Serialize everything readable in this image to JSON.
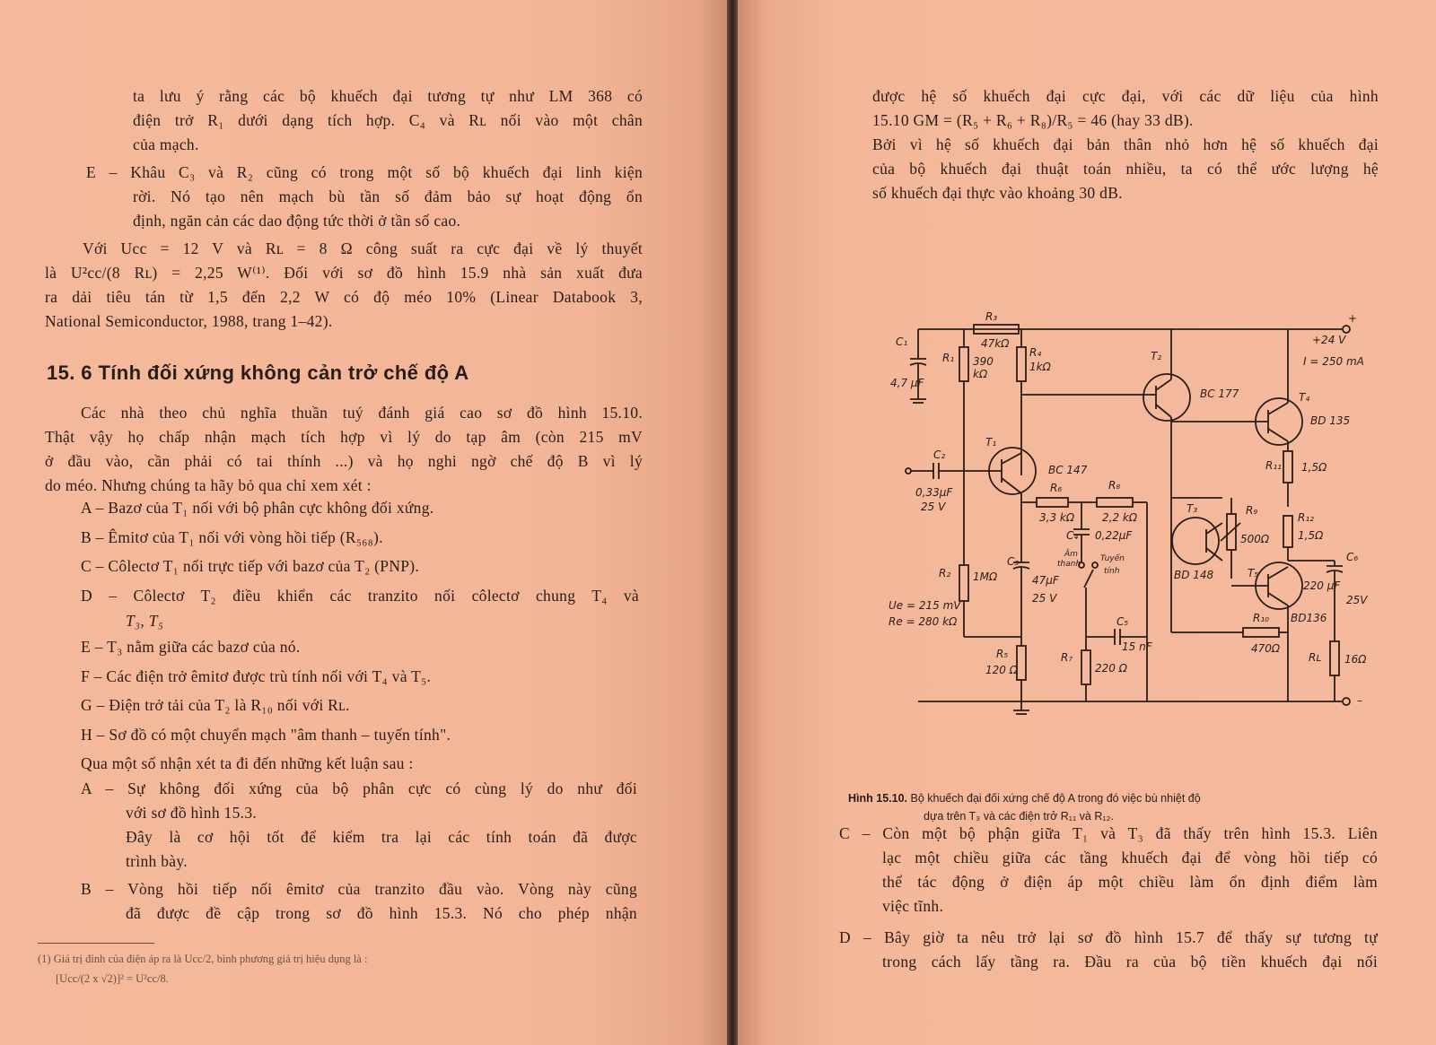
{
  "left": {
    "p1": [
      "ta lưu ý rằng các bộ khuếch đại tương tự như LM 368 có",
      "điện trở R₁ dưới dạng tích hợp. C₄ và Rʟ nối vào một chân",
      "của mạch."
    ],
    "itemE": [
      "E – Khâu C₃ và R₂ cũng có trong một số bộ khuếch đại linh kiện",
      "rời. Nó tạo nên mạch bù tần số đảm bảo sự hoạt động ổn",
      "định, ngăn cản các dao động tức thời ở tần số cao."
    ],
    "p2": [
      "Với Ucc = 12 V và Rʟ = 8 Ω công suất ra cực đại về lý thuyết",
      "là U²cc/(8 Rʟ) = 2,25 W⁽¹⁾. Đối với sơ đồ hình 15.9 nhà sản xuất đưa",
      "ra dải tiêu tán từ 1,5 đến 2,2 W có độ méo 10% (Linear Databook 3,",
      "National Semiconductor, 1988, trang 1–42)."
    ],
    "heading": "15. 6 Tính đối xứng không cản trở chế độ A",
    "p3": [
      "Các nhà theo chủ nghĩa thuần tuý đánh giá cao sơ đồ hình 15.10.",
      "Thật vậy họ chấp nhận mạch tích hợp vì lý do tạp âm (còn 215 mV",
      "ở đầu vào, cần phải có tai thính ...) và họ nghi ngờ chế độ B vì lý",
      "do méo. Nhưng chúng ta hãy bỏ qua chỉ xem xét :"
    ],
    "list1": [
      "A – Bazơ của T₁ nối với bộ phân cực không đối xứng.",
      "B – Êmitơ của T₁ nối với vòng hồi tiếp (R₅₆₈).",
      "C – Côlectơ T₁ nối trực tiếp với bazơ của T₂ (PNP).",
      "D – Côlectơ T₂ điều khiển các tranzito nối côlectơ chung T₄ và",
      "T₃, T₅",
      "E – T₃ nằm giữa các bazơ của nó.",
      "F – Các điện trở êmitơ được trù tính nối với T₄ và T₅.",
      "G – Điện trở tải của T₂ là R₁₀ nối với Rʟ.",
      "H – Sơ đồ có một chuyển mạch \"âm thanh – tuyến tính\"."
    ],
    "p4": "Qua một số nhận xét ta đi đến những kết luận sau :",
    "list2": [
      "A – Sự không đối xứng của bộ phân cực có cùng lý do như đối",
      "với sơ đồ hình 15.3.",
      "Đây là cơ hội tốt để kiểm tra lại các tính toán đã được",
      "trình bày.",
      "B – Vòng hồi tiếp nối êmitơ của tranzito đầu vào. Vòng này cũng",
      "đã được đề cập trong sơ đồ hình 15.3. Nó cho phép nhận"
    ],
    "footnote": [
      "(1) Giá trị đỉnh của điện áp ra là Ucc/2, bình phương giá trị hiệu dụng là :",
      "[Ucc/(2 x √2)]² = U²cc/8."
    ]
  },
  "right": {
    "p1": [
      "được hệ số khuếch đại cực đại, với các dữ liệu của hình",
      "15.10 GM = (R₅ + R₆ + R₈)/R₅ = 46 (hay 33 dB).",
      "Bởi vì hệ số khuếch đại bản thân nhỏ hơn hệ số khuếch đại",
      "của bộ khuếch đại thuật toán nhiều, ta có thể ước lượng hệ",
      "số khuếch đại thực vào khoảng 30 dB."
    ],
    "caption_bold": "Hình 15.10.",
    "caption": [
      "Bộ khuếch đại đối xứng chế độ A trong đó việc bù nhiệt độ",
      "dựa trên T₃ và các điện trở R₁₁ và R₁₂."
    ],
    "itemC": [
      "C – Còn một bộ phận giữa T₁ và T₃ đã thấy trên hình 15.3. Liên",
      "lạc một chiều giữa các tầng khuếch đại để vòng hồi tiếp có",
      "thể tác động ở điện áp một chiều làm ổn định điểm làm",
      "việc tĩnh."
    ],
    "itemD": [
      "D – Bây giờ ta nêu trở lại sơ đồ hình 15.7 để thấy sự tương tự",
      "trong cách lấy tầng ra. Đầu ra của bộ tiền khuếch đại nối"
    ]
  },
  "schematic": {
    "labels": {
      "R3": "R₃",
      "R3v": "47kΩ",
      "plus": "+",
      "V24": "+24 V",
      "I": "I = 250 mA",
      "C1": "C₁",
      "C1v": "4,7 μF",
      "R1": "R₁",
      "R1v1": "390",
      "R1v2": "kΩ",
      "R4": "R₄",
      "R4v": "1kΩ",
      "T2": "T₂",
      "BC177": "BC 177",
      "T4": "T₄",
      "BD135": "BD 135",
      "T1": "T₁",
      "BC147": "BC 147",
      "C2": "C₂",
      "C2v": "0,33μF",
      "C2v2": "25 V",
      "R6": "R₆",
      "R6v": "3,3 kΩ",
      "R8": "R₈",
      "R8v": "2,2 kΩ",
      "R11": "R₁₁",
      "R11v": "1,5Ω",
      "T3": "T₃",
      "R9": "R₉",
      "R9v": "500Ω",
      "R12": "R₁₂",
      "R12v": "1,5Ω",
      "C4": "C₄",
      "C4v": "0,22μF",
      "am": "Âm",
      "thanh": "thanh",
      "tuyen": "Tuyến",
      "tinh": "tính",
      "C6": "C₆",
      "C6v": "220 μF",
      "C6v2": "25V",
      "R2": "R₂",
      "R2v": "1MΩ",
      "C3": "C₃",
      "C3v": "47μF",
      "C3v2": "25 V",
      "BD148": "BD 148",
      "T5": "T₅",
      "Ue": "Ue = 215 mV",
      "Re": "Re = 280 kΩ",
      "C5": "C₅",
      "C5v": "15 nF",
      "R10": "R₁₀",
      "R10v": "470Ω",
      "BD136": "BD136",
      "R5": "R₅",
      "R5v": "120 Ω",
      "R7": "R₇",
      "R7v": "220 Ω",
      "RL": "Rʟ",
      "RLv": "16Ω",
      "minus": "–"
    }
  }
}
